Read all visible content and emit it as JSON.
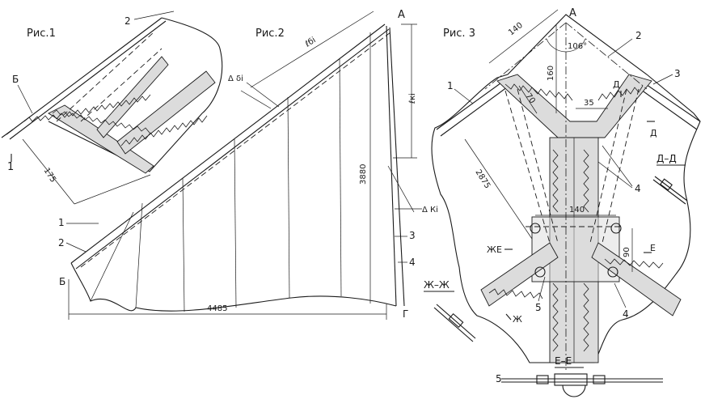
{
  "figures": {
    "fig1_label": "Рис.1",
    "fig2_label": "Рис.2",
    "fig3_label": "Рис. 3"
  },
  "fig1": {
    "marker_B": "Б",
    "marker_1": "1",
    "marker_2": "2",
    "dim_175": "175"
  },
  "fig2": {
    "marker_A": "А",
    "marker_B": "Б",
    "marker_G": "Г",
    "marker_1": "1",
    "marker_2": "2",
    "marker_3": "3",
    "marker_4": "4",
    "dim_lbi": "ℓбi",
    "dim_lki": "ℓкi",
    "dim_delta_b": "Δ δi",
    "dim_delta_k": "Δ Кi",
    "dim_3880": "3880",
    "dim_4485": "4485"
  },
  "fig3": {
    "marker_A": "А",
    "marker_1": "1",
    "marker_2": "2",
    "marker_3": "3",
    "marker_4a": "4",
    "marker_4b": "4",
    "marker_5": "5",
    "angle": "106°",
    "dim_140_top": "140",
    "dim_160": "160",
    "dim_70": "70",
    "dim_35": "35",
    "dim_2875": "2875",
    "dim_140_mid": "140",
    "dim_90": "90",
    "sec_D1": "Д",
    "sec_D2": "Д",
    "sec_E1": "Е",
    "sec_E2": "Е",
    "sec_Zh1": "Ж",
    "sec_Zh2": "Ж",
    "section_DD": "Д–Д",
    "section_ZhZh": "Ж–Ж",
    "section_EE": "Е–Е",
    "marker_5_section": "5"
  }
}
